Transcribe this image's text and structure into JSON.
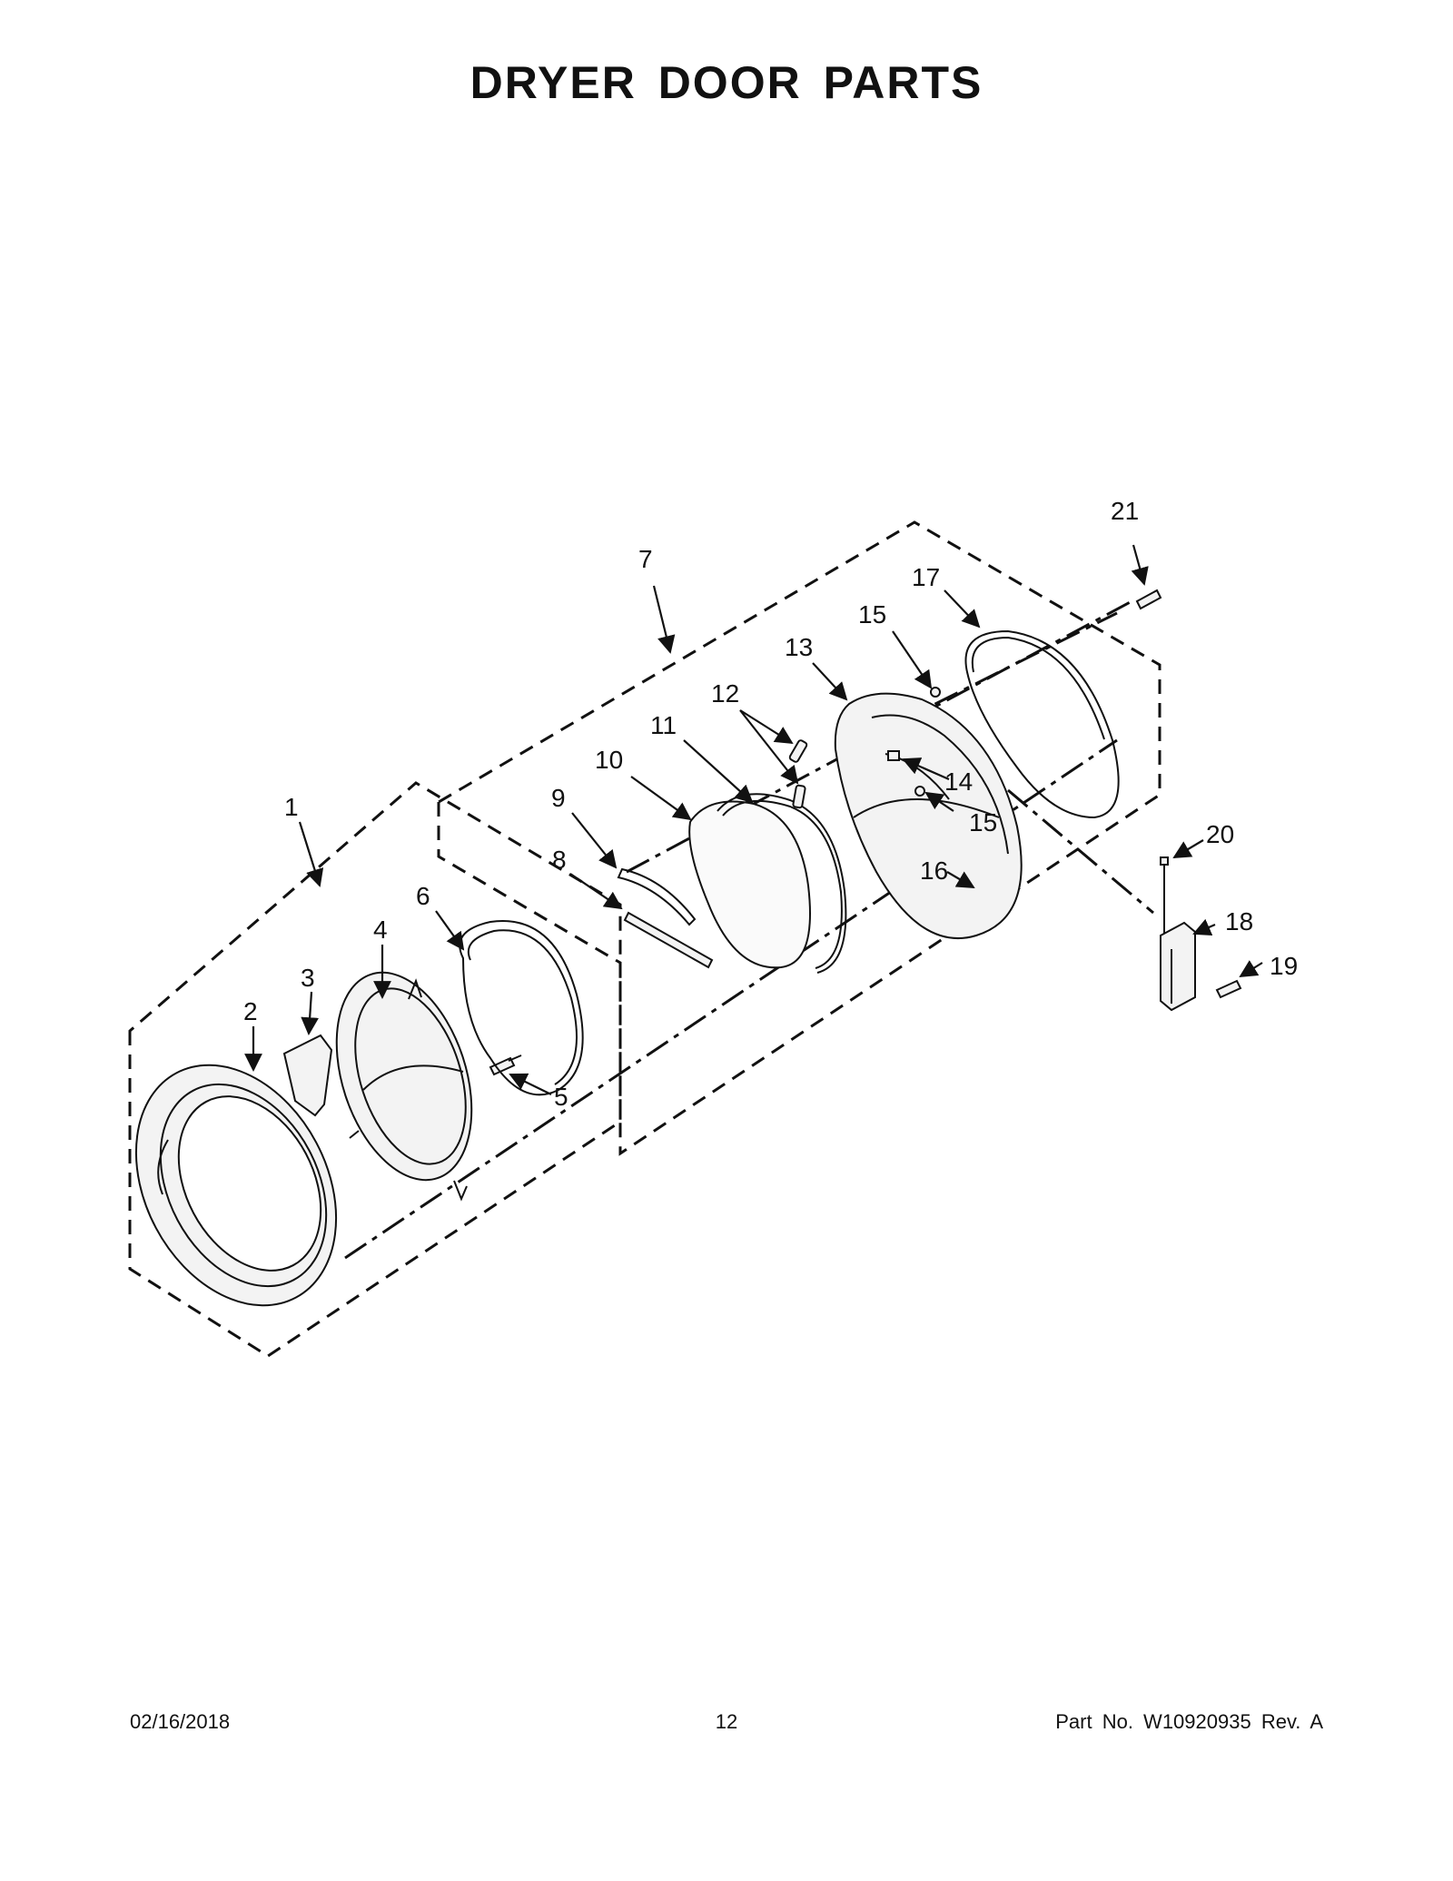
{
  "title": "DRYER DOOR PARTS",
  "callouts": [
    {
      "id": "c1",
      "label": "1"
    },
    {
      "id": "c2",
      "label": "2"
    },
    {
      "id": "c3",
      "label": "3"
    },
    {
      "id": "c4",
      "label": "4"
    },
    {
      "id": "c5",
      "label": "5"
    },
    {
      "id": "c6",
      "label": "6"
    },
    {
      "id": "c7",
      "label": "7"
    },
    {
      "id": "c8",
      "label": "8"
    },
    {
      "id": "c9",
      "label": "9"
    },
    {
      "id": "c10",
      "label": "10"
    },
    {
      "id": "c11",
      "label": "11"
    },
    {
      "id": "c12",
      "label": "12"
    },
    {
      "id": "c13",
      "label": "13"
    },
    {
      "id": "c14",
      "label": "14"
    },
    {
      "id": "c15a",
      "label": "15"
    },
    {
      "id": "c15b",
      "label": "15"
    },
    {
      "id": "c16",
      "label": "16"
    },
    {
      "id": "c17",
      "label": "17"
    },
    {
      "id": "c18",
      "label": "18"
    },
    {
      "id": "c19",
      "label": "19"
    },
    {
      "id": "c20",
      "label": "20"
    },
    {
      "id": "c21",
      "label": "21"
    }
  ],
  "footer": {
    "date": "02/16/2018",
    "page": "12",
    "part_number": "Part No.  W10920935  Rev.  A"
  }
}
